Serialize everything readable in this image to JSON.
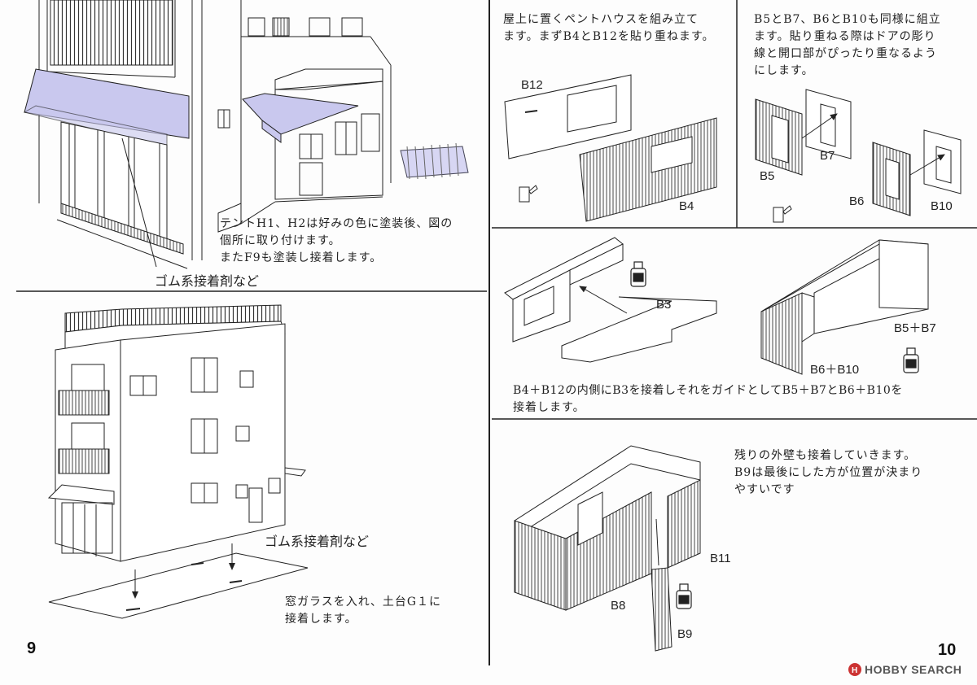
{
  "left": {
    "step_tent": {
      "text_lines": [
        "テントH1、H2は好みの色に塗装後、図の",
        "個所に取り付けます。",
        "またF9も塗装し接着します。"
      ],
      "glue_label": "ゴム系接着剤など"
    },
    "step_base": {
      "glue_label": "ゴム系接着剤など",
      "text_lines": [
        "窓ガラスを入れ、土台G１に",
        "接着します。"
      ]
    },
    "page_number": "9"
  },
  "right": {
    "step_penthouse": {
      "text_lines": [
        "屋上に置くペントハウスを組み立て",
        "ます。まずB4とB12を貼り重ねます。"
      ],
      "labels": {
        "b12": "B12",
        "b4": "B4"
      }
    },
    "step_doors": {
      "text_lines": [
        "B5とB7、B6とB10も同様に組立",
        "ます。貼り重ねる際はドアの彫り",
        "線と開口部がぴったり重なるよう",
        "にします。"
      ],
      "labels": {
        "b5": "B5",
        "b7": "B7",
        "b6": "B6",
        "b10": "B10"
      }
    },
    "step_guide": {
      "labels": {
        "b3": "B3",
        "b5b7": "B5＋B7",
        "b6b10": "B6＋B10"
      },
      "text_lines": [
        "B4＋B12の内側にB3を接着しそれをガイドとしてB5＋B7とB6＋B10を",
        "接着します。"
      ]
    },
    "step_walls": {
      "text_lines": [
        "残りの外壁も接着していきます。",
        "B9は最後にした方が位置が決まり",
        "やすいです"
      ],
      "labels": {
        "b11": "B11",
        "b8": "B8",
        "b9": "B9"
      }
    },
    "page_number": "10"
  },
  "watermark": {
    "text": "HOBBY SEARCH"
  },
  "colors": {
    "awning": "#c9c8ee",
    "line": "#222222",
    "paper": "#fdfdfd"
  }
}
